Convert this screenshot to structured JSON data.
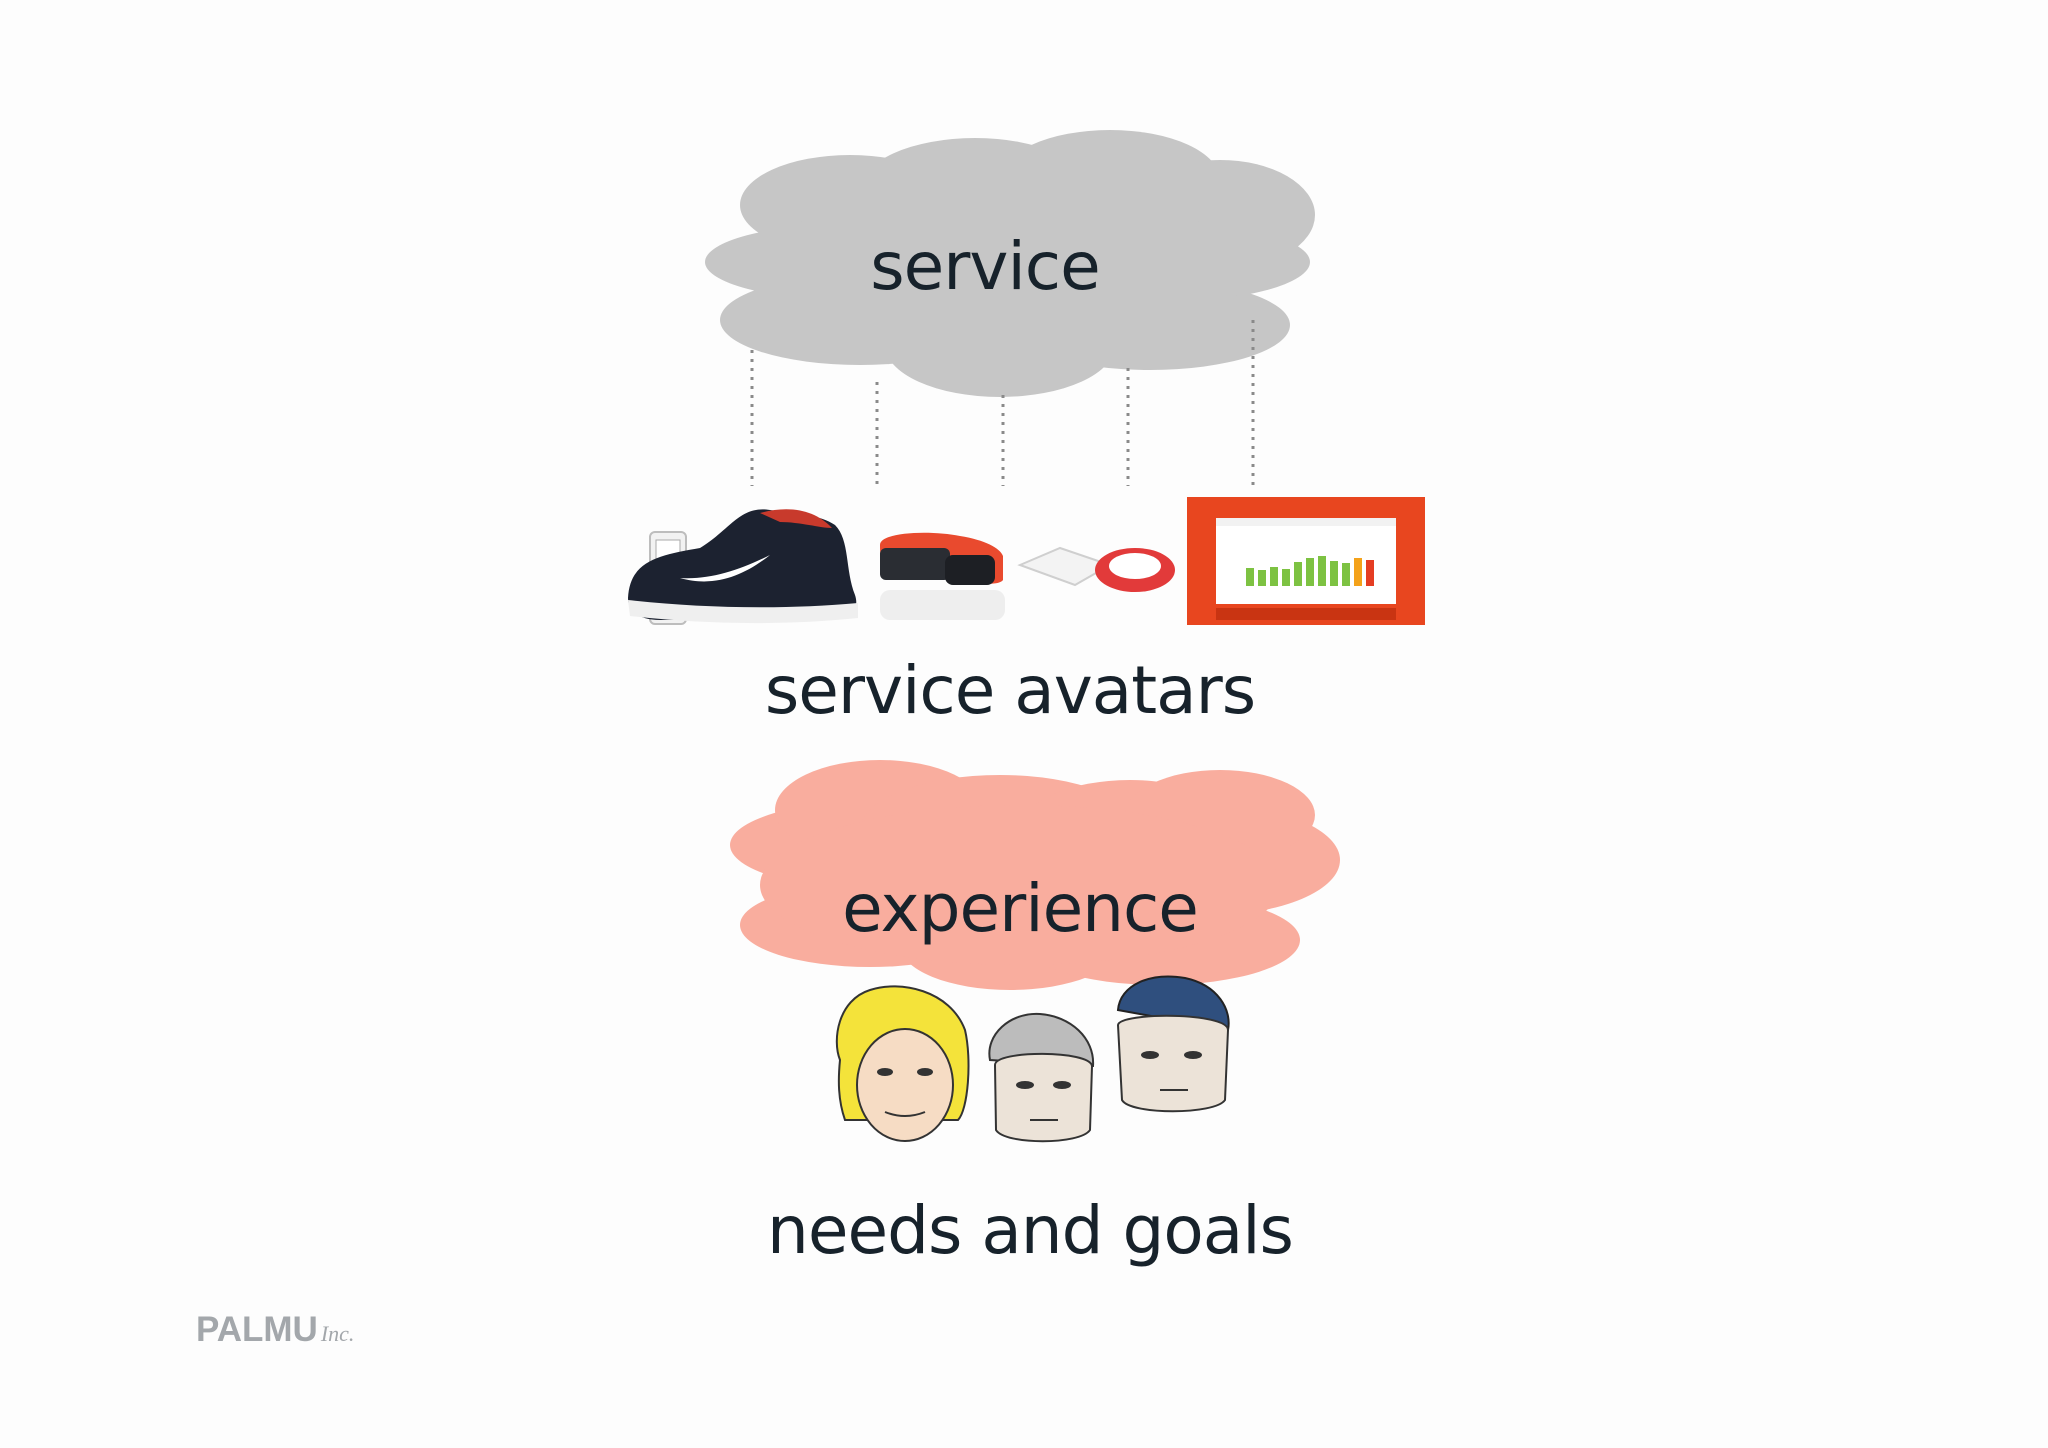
{
  "diagram": {
    "top_cloud": {
      "label": "service",
      "color": "#c6c6c6"
    },
    "avatars_caption": "service avatars",
    "bottom_cloud": {
      "label": "experience",
      "color": "#f9ad9e"
    },
    "people_caption": "needs and goals",
    "products": [
      {
        "name": "ipod-nano"
      },
      {
        "name": "running-shoe"
      },
      {
        "name": "sport-band"
      },
      {
        "name": "sensor-kit"
      },
      {
        "name": "web-dashboard"
      }
    ]
  },
  "logo": {
    "brand": "PALMU",
    "suffix": "Inc."
  }
}
